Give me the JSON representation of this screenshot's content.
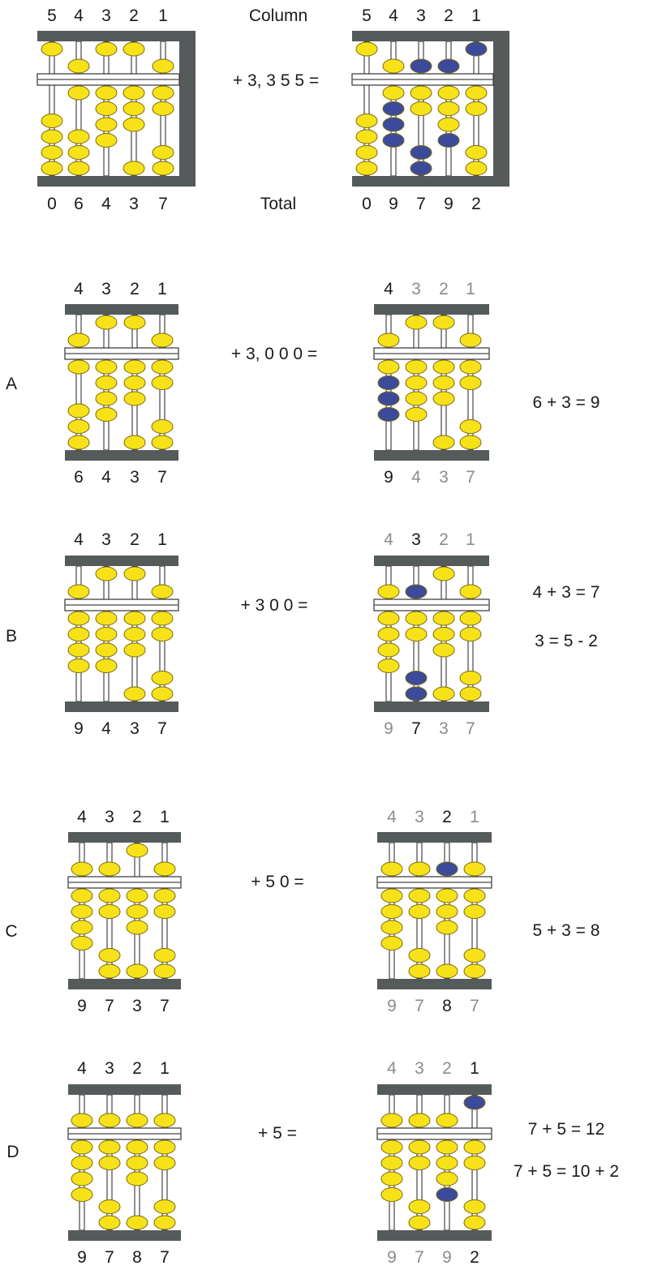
{
  "colors": {
    "bead_normal": "#f7e21a",
    "bead_moved": "#3c4a9c",
    "bead_outline": "#7a6a10",
    "frame": "#555a5a",
    "rod": "#ffffff",
    "text_active": "#1a1a1a",
    "text_dim": "#8c8c8c"
  },
  "header": {
    "column_label": "Column",
    "total_label": "Total",
    "operation": "+ 3, 3 5 5 =",
    "before": {
      "columns": [
        "5",
        "4",
        "3",
        "2",
        "1"
      ],
      "digits": [
        "0",
        "6",
        "4",
        "3",
        "7"
      ]
    },
    "after": {
      "columns": [
        "5",
        "4",
        "3",
        "2",
        "1"
      ],
      "digits": [
        "0",
        "9",
        "7",
        "9",
        "2"
      ]
    }
  },
  "steps": [
    {
      "letter": "A",
      "operation": "+ 3, 0 0 0 =",
      "notes": [
        "6 + 3 = 9"
      ],
      "before": {
        "columns": [
          "4",
          "3",
          "2",
          "1"
        ],
        "digits": [
          "6",
          "4",
          "3",
          "7"
        ]
      },
      "after": {
        "columns": [
          "4",
          "3",
          "2",
          "1"
        ],
        "digits": [
          "9",
          "4",
          "3",
          "7"
        ],
        "active_index": 0
      }
    },
    {
      "letter": "B",
      "operation": "+ 3 0 0 =",
      "notes": [
        "4 + 3 = 7",
        "3 = 5 - 2"
      ],
      "before": {
        "columns": [
          "4",
          "3",
          "2",
          "1"
        ],
        "digits": [
          "9",
          "4",
          "3",
          "7"
        ]
      },
      "after": {
        "columns": [
          "4",
          "3",
          "2",
          "1"
        ],
        "digits": [
          "9",
          "7",
          "3",
          "7"
        ],
        "active_index": 1
      }
    },
    {
      "letter": "C",
      "operation": "+ 5 0 =",
      "notes": [
        "5 + 3 = 8"
      ],
      "before": {
        "columns": [
          "4",
          "3",
          "2",
          "1"
        ],
        "digits": [
          "9",
          "7",
          "3",
          "7"
        ]
      },
      "after": {
        "columns": [
          "4",
          "3",
          "2",
          "1"
        ],
        "digits": [
          "9",
          "7",
          "8",
          "7"
        ],
        "active_index": 2
      }
    },
    {
      "letter": "D",
      "operation": "+ 5 =",
      "notes": [
        "7 + 5 = 12",
        "7 + 5 = 10 + 2"
      ],
      "before": {
        "columns": [
          "4",
          "3",
          "2",
          "1"
        ],
        "digits": [
          "9",
          "7",
          "8",
          "7"
        ]
      },
      "after": {
        "columns": [
          "4",
          "3",
          "2",
          "1"
        ],
        "digits": [
          "9",
          "7",
          "9",
          "2"
        ],
        "active_index": 3
      }
    }
  ],
  "abacus_states": {
    "top_before": [
      {
        "heaven_down": false,
        "earth_up": 0
      },
      {
        "heaven_down": true,
        "earth_up": 1
      },
      {
        "heaven_down": false,
        "earth_up": 4
      },
      {
        "heaven_down": false,
        "earth_up": 3
      },
      {
        "heaven_down": true,
        "earth_up": 2
      }
    ],
    "top_after": [
      {
        "heaven_down": false,
        "earth_up": 0,
        "heaven_moved": false,
        "earth_moved": []
      },
      {
        "heaven_down": true,
        "earth_up": 4,
        "heaven_moved": false,
        "earth_moved": [
          1,
          2,
          3
        ]
      },
      {
        "heaven_down": true,
        "earth_up": 2,
        "heaven_moved": true,
        "earth_moved": [
          2,
          3
        ]
      },
      {
        "heaven_down": true,
        "earth_up": 4,
        "heaven_moved": true,
        "earth_moved": [
          3
        ]
      },
      {
        "heaven_down": false,
        "earth_up": 2,
        "heaven_moved": true,
        "earth_moved": []
      }
    ],
    "steps_before": [
      [
        {
          "heaven_down": true,
          "earth_up": 1
        },
        {
          "heaven_down": false,
          "earth_up": 4
        },
        {
          "heaven_down": false,
          "earth_up": 3
        },
        {
          "heaven_down": true,
          "earth_up": 2
        }
      ],
      [
        {
          "heaven_down": true,
          "earth_up": 4
        },
        {
          "heaven_down": false,
          "earth_up": 4
        },
        {
          "heaven_down": false,
          "earth_up": 3
        },
        {
          "heaven_down": true,
          "earth_up": 2
        }
      ],
      [
        {
          "heaven_down": true,
          "earth_up": 4
        },
        {
          "heaven_down": true,
          "earth_up": 2
        },
        {
          "heaven_down": false,
          "earth_up": 3
        },
        {
          "heaven_down": true,
          "earth_up": 2
        }
      ],
      [
        {
          "heaven_down": true,
          "earth_up": 4
        },
        {
          "heaven_down": true,
          "earth_up": 2
        },
        {
          "heaven_down": true,
          "earth_up": 3
        },
        {
          "heaven_down": true,
          "earth_up": 2
        }
      ]
    ],
    "steps_after": [
      [
        {
          "heaven_down": true,
          "earth_up": 4,
          "heaven_moved": false,
          "earth_moved": [
            1,
            2,
            3
          ]
        },
        {
          "heaven_down": false,
          "earth_up": 4,
          "heaven_moved": false,
          "earth_moved": []
        },
        {
          "heaven_down": false,
          "earth_up": 3,
          "heaven_moved": false,
          "earth_moved": []
        },
        {
          "heaven_down": true,
          "earth_up": 2,
          "heaven_moved": false,
          "earth_moved": []
        }
      ],
      [
        {
          "heaven_down": true,
          "earth_up": 4,
          "heaven_moved": false,
          "earth_moved": []
        },
        {
          "heaven_down": true,
          "earth_up": 2,
          "heaven_moved": true,
          "earth_moved": [
            2,
            3
          ]
        },
        {
          "heaven_down": false,
          "earth_up": 3,
          "heaven_moved": false,
          "earth_moved": []
        },
        {
          "heaven_down": true,
          "earth_up": 2,
          "heaven_moved": false,
          "earth_moved": []
        }
      ],
      [
        {
          "heaven_down": true,
          "earth_up": 4,
          "heaven_moved": false,
          "earth_moved": []
        },
        {
          "heaven_down": true,
          "earth_up": 2,
          "heaven_moved": false,
          "earth_moved": []
        },
        {
          "heaven_down": true,
          "earth_up": 3,
          "heaven_moved": true,
          "earth_moved": []
        },
        {
          "heaven_down": true,
          "earth_up": 2,
          "heaven_moved": false,
          "earth_moved": []
        }
      ],
      [
        {
          "heaven_down": true,
          "earth_up": 4,
          "heaven_moved": false,
          "earth_moved": []
        },
        {
          "heaven_down": true,
          "earth_up": 2,
          "heaven_moved": false,
          "earth_moved": []
        },
        {
          "heaven_down": true,
          "earth_up": 4,
          "heaven_moved": false,
          "earth_moved": [
            3
          ]
        },
        {
          "heaven_down": false,
          "earth_up": 2,
          "heaven_moved": true,
          "earth_moved": []
        }
      ]
    ]
  }
}
